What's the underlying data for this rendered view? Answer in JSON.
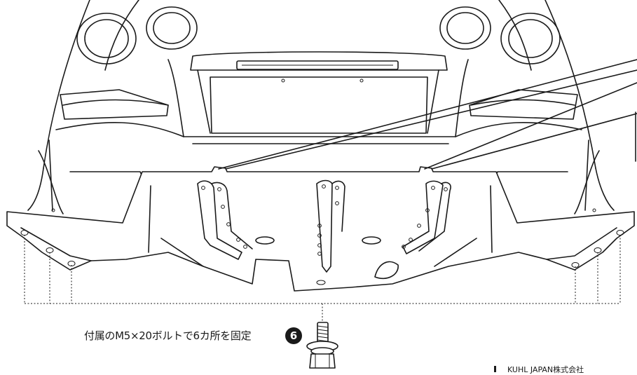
{
  "instruction": {
    "text": "付属のM5×20ボルトで6カ所を固定",
    "step_number": "6"
  },
  "footer": {
    "company": "KUHL JAPAN株式会社"
  }
}
